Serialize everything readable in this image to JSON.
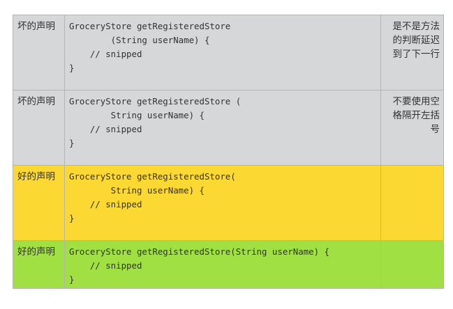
{
  "rows": [
    {
      "label": "坏的声明",
      "code": "GroceryStore getRegisteredStore\n        (String userName) {\n    // snipped\n}",
      "note": "是不是方法的判断延迟到了下一行",
      "background": "#d5d7d9"
    },
    {
      "label": "坏的声明",
      "code": "GroceryStore getRegisteredStore (\n        String userName) {\n    // snipped\n}",
      "note": "不要使用空格隔开左括号",
      "background": "#d5d7d9"
    },
    {
      "label": "好的声明",
      "code": "GroceryStore getRegisteredStore(\n        String userName) {\n    // snipped\n}",
      "note": "",
      "background": "#fcd832"
    },
    {
      "label": "好的声明",
      "code": "GroceryStore getRegisteredStore(String userName) {\n    // snipped\n}",
      "note": "",
      "background": "#a0e042"
    }
  ]
}
